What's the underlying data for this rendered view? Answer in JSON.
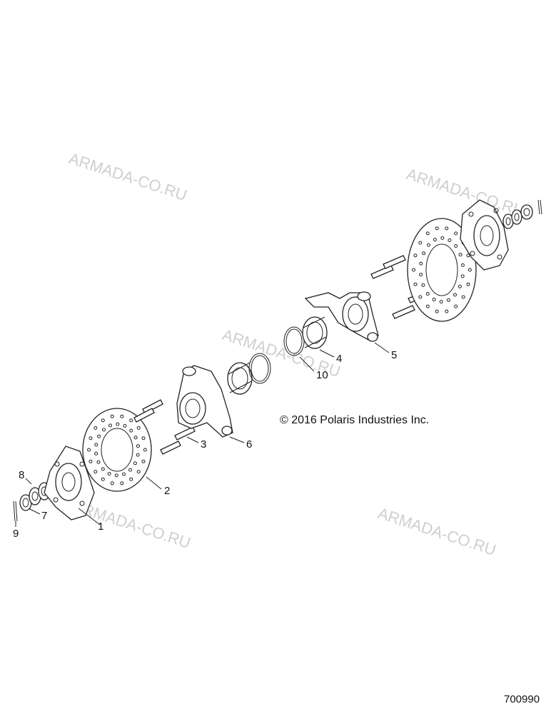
{
  "watermarks": [
    "ARMADA-CO.RU",
    "ARMADA-CO.RU",
    "ARMADA-CO.RU",
    "ARMADA-CO.RU",
    "ARMADA-CO.RU"
  ],
  "copyright": "© 2016 Polaris Industries Inc.",
  "drawing_number": "700990",
  "callouts": [
    "1",
    "2",
    "3",
    "4",
    "5",
    "6",
    "7",
    "8",
    "9",
    "10"
  ]
}
